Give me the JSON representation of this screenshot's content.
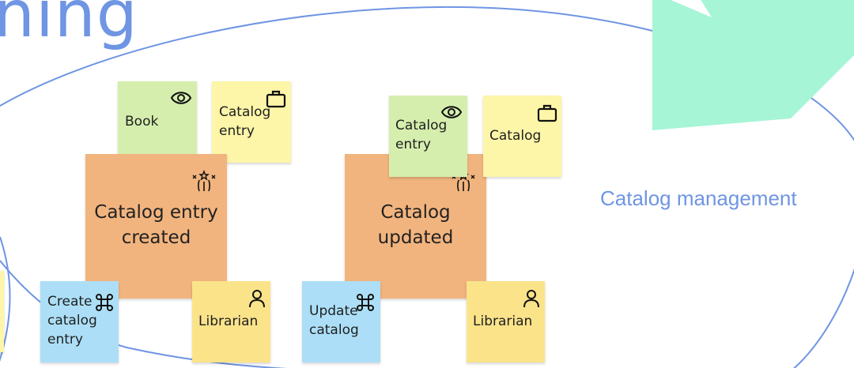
{
  "heading": {
    "text": "ning"
  },
  "context": {
    "label": "Catalog management"
  },
  "colors": {
    "line": "#6f95e3",
    "arrow": "#a6f5d6",
    "event": "#f2b47e",
    "command": "#acdff7",
    "read_model": "#d5eeae",
    "aggregate": "#fdf5a8",
    "actor": "#fbe38a"
  },
  "group1": {
    "read_model": {
      "text": "Book",
      "icon": "eye-icon"
    },
    "aggregate": {
      "line1": "Catalog",
      "line2": "entry",
      "icon": "briefcase-icon"
    },
    "event": {
      "line1": "Catalog entry",
      "line2": "created",
      "icon": "fireworks-icon"
    },
    "command": {
      "line1": "Create",
      "line2": "catalog",
      "line3": "entry",
      "icon": "command-icon"
    },
    "actor": {
      "text": "Librarian",
      "icon": "person-icon"
    }
  },
  "group2": {
    "read_model": {
      "line1": "Catalog",
      "line2": "entry",
      "icon": "eye-icon"
    },
    "aggregate": {
      "text": "Catalog",
      "icon": "briefcase-icon"
    },
    "event": {
      "line1": "Catalog",
      "line2": "updated",
      "icon": "fireworks-icon"
    },
    "command": {
      "line1": "Update",
      "line2": "catalog",
      "icon": "command-icon"
    },
    "actor": {
      "text": "Librarian",
      "icon": "person-icon"
    }
  }
}
